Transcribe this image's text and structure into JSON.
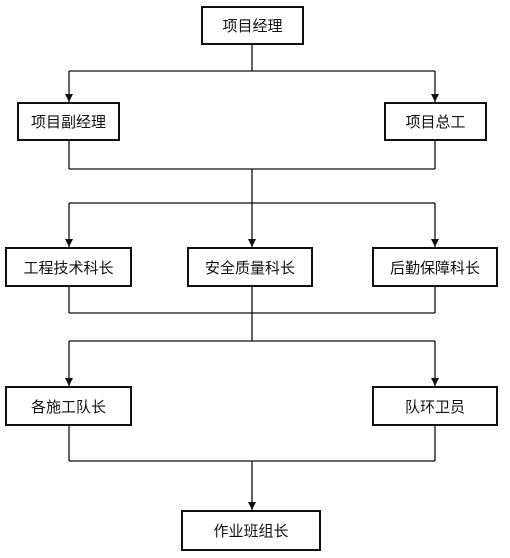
{
  "diagram": {
    "nodes": {
      "project_manager": "项目经理",
      "deputy_project_manager": "项目副经理",
      "chief_engineer": "项目总工",
      "tech_section_chief": "工程技术科长",
      "safety_quality_chief": "安全质量科长",
      "logistics_security_chief": "后勤保障科长",
      "construction_team_leaders": "各施工队长",
      "team_guards": "队环卫员",
      "crew_leaders": "作业班组长"
    },
    "edges": [
      {
        "from": "project_manager",
        "to": [
          "deputy_project_manager",
          "chief_engineer"
        ]
      },
      {
        "from": [
          "deputy_project_manager",
          "chief_engineer"
        ],
        "to": [
          "tech_section_chief",
          "safety_quality_chief",
          "logistics_security_chief"
        ]
      },
      {
        "from": [
          "tech_section_chief",
          "safety_quality_chief",
          "logistics_security_chief"
        ],
        "to": [
          "construction_team_leaders",
          "team_guards"
        ]
      },
      {
        "from": [
          "construction_team_leaders",
          "team_guards"
        ],
        "to": [
          "crew_leaders"
        ]
      }
    ]
  }
}
